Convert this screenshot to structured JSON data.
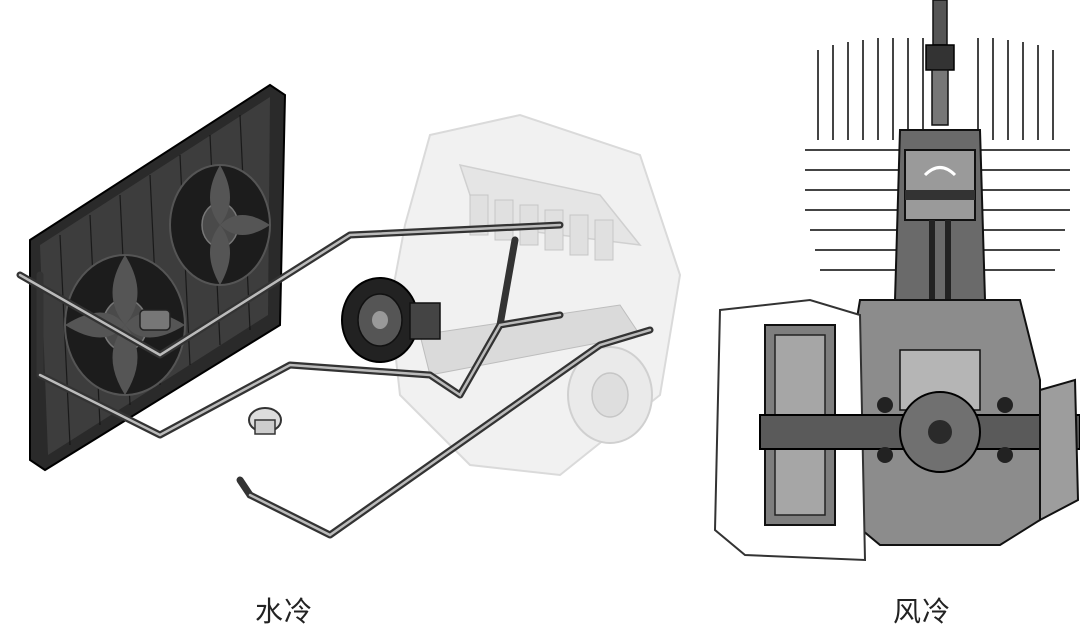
{
  "figures": [
    {
      "id": "water-cooling",
      "caption": "水冷"
    },
    {
      "id": "air-cooling",
      "caption": "风冷"
    }
  ],
  "colors": {
    "ink": "#1a1a1a",
    "mid_gray": "#8a8a8a",
    "light_gray": "#d8d8d8",
    "faded_engine": "#e6e6e6"
  },
  "icons": [
    "radiator-icon",
    "fan-icon",
    "pipe-icon",
    "water-pump-icon",
    "engine-block-icon",
    "spark-plug-icon",
    "cooling-fin-icon",
    "piston-icon",
    "crankshaft-icon"
  ]
}
